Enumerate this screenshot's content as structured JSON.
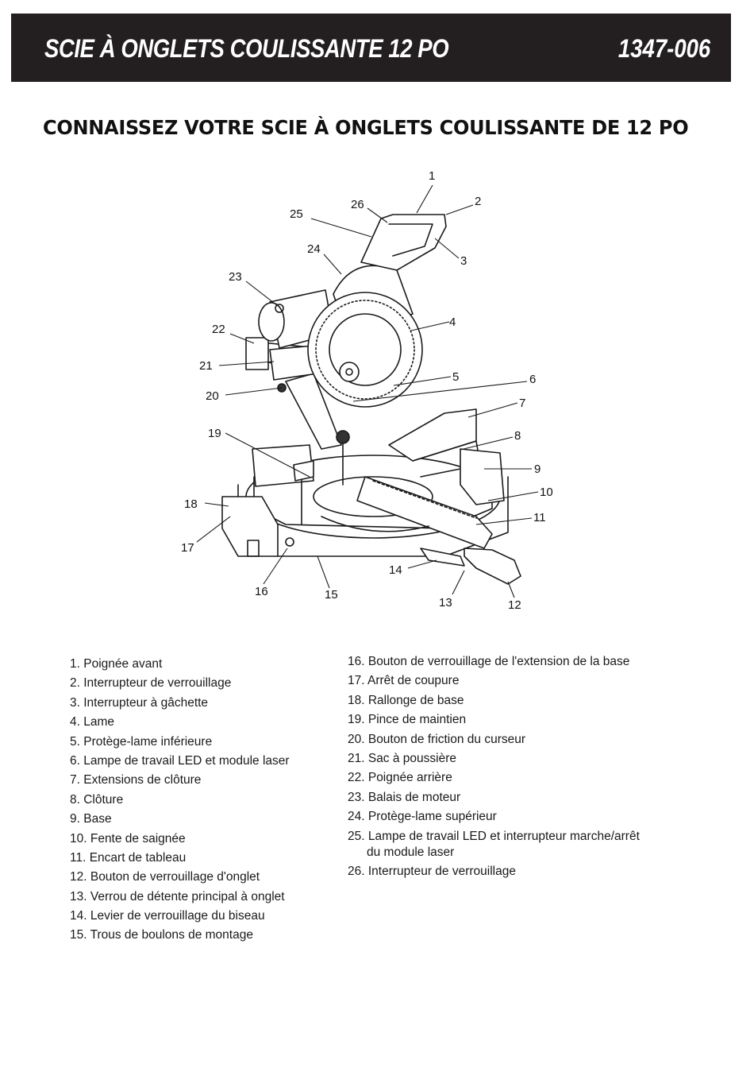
{
  "header": {
    "title": "SCIE À ONGLETS COULISSANTE 12 PO",
    "model": "1347-006"
  },
  "section_title": "CONNAISSEZ VOTRE SCIE À ONGLETS COULISSANTE DE 12 PO",
  "diagram": {
    "callouts": [
      "1",
      "2",
      "3",
      "4",
      "5",
      "6",
      "7",
      "8",
      "9",
      "10",
      "11",
      "12",
      "13",
      "14",
      "15",
      "16",
      "17",
      "18",
      "19",
      "20",
      "21",
      "22",
      "23",
      "24",
      "25",
      "26"
    ]
  },
  "parts": {
    "left": [
      "1. Poignée avant",
      "2. Interrupteur de verrouillage",
      "3. Interrupteur à gâchette",
      "4. Lame",
      "5. Protège-lame inférieure",
      "6. Lampe de travail LED et module laser",
      "7. Extensions de clôture",
      "8. Clôture",
      "9. Base",
      "10. Fente de saignée",
      "11. Encart de tableau",
      "12. Bouton de verrouillage d'onglet",
      "13. Verrou de détente principal à onglet",
      "14. Levier de verrouillage du biseau",
      "15. Trous de boulons de montage"
    ],
    "right": [
      "16. Bouton de verrouillage de l'extension de la base",
      "17. Arrêt de coupure",
      "18. Rallonge de base",
      "19. Pince de maintien",
      "20. Bouton de friction du curseur",
      "21. Sac à poussière",
      "22. Poignée arrière",
      "23. Balais de moteur",
      "24. Protège-lame supérieur",
      "25. Lampe de travail LED et interrupteur marche/arrêt",
      "du module laser",
      "26. Interrupteur de verrouillage"
    ]
  }
}
